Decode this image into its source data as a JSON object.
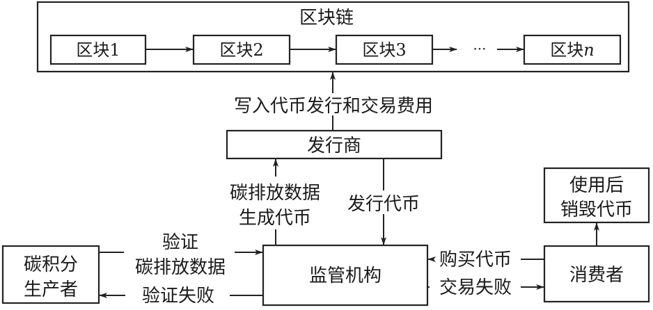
{
  "blockchain": {
    "title": "区块链",
    "blocks": [
      "区块1",
      "区块2",
      "区块3",
      "区块n"
    ],
    "ellipsis": "···"
  },
  "labels": {
    "write_to_chain": "写入代币发行和交易费用",
    "issuer_to_regulator": "发行代币",
    "regulator_to_issuer_line1": "碳排放数据",
    "regulator_to_issuer_line2": "生成代币",
    "producer_to_regulator_line1": "验证",
    "producer_to_regulator_line2": "碳排放数据",
    "regulator_to_producer": "验证失败",
    "consumer_to_regulator": "购买代币",
    "regulator_to_consumer": "交易失败"
  },
  "nodes": {
    "issuer": "发行商",
    "regulator": "监管机构",
    "producer_line1": "碳积分",
    "producer_line2": "生产者",
    "consumer": "消费者",
    "destroy_line1": "使用后",
    "destroy_line2": "销毁代币"
  }
}
